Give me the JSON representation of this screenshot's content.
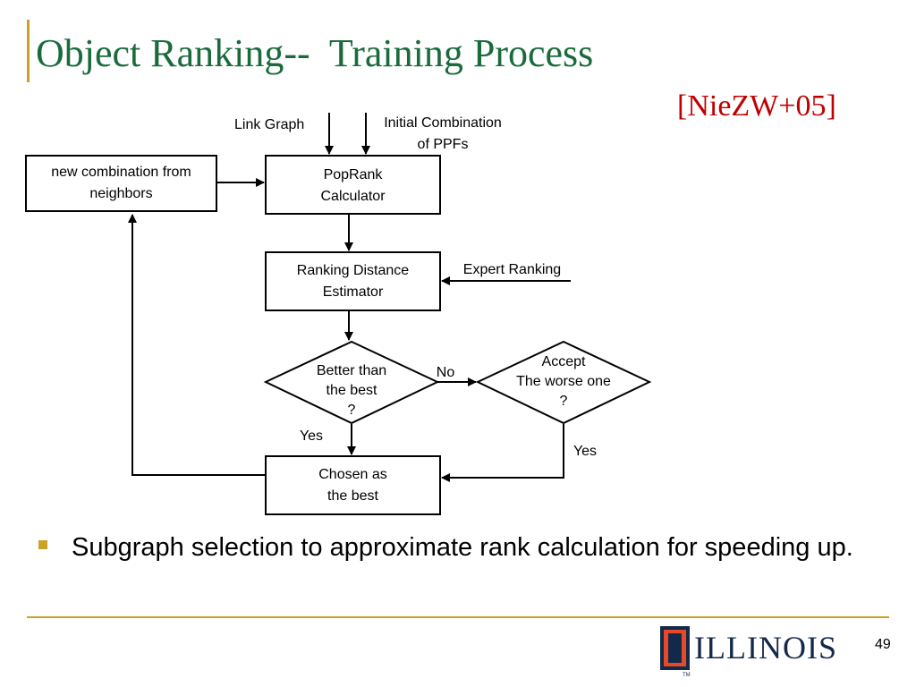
{
  "slide": {
    "title": "Object Ranking--  Training Process",
    "citation": "[NieZW+05]",
    "page_number": "49"
  },
  "diagram": {
    "nodes": {
      "new_combination": "new combination from\nneighbors",
      "poprank": "PopRank\nCalculator",
      "ranking_distance": "Ranking Distance\nEstimator",
      "better_than_best": "Better than\nthe best\n?",
      "accept_worse": "Accept\nThe worse one\n?",
      "chosen_best": "Chosen as\nthe best"
    },
    "inputs": {
      "link_graph": "Link Graph",
      "initial_combination": "Initial Combination\nof PPFs",
      "expert_ranking": "Expert Ranking"
    },
    "edge_labels": {
      "no": "No",
      "yes_left": "Yes",
      "yes_right": "Yes"
    }
  },
  "bullets": [
    "Subgraph selection to approximate rank calculation for speeding up."
  ],
  "logo": {
    "wordmark": "ILLINOIS",
    "trademark": "TM"
  },
  "colors": {
    "title": "#1a6b3c",
    "citation": "#c00000",
    "accent": "#c9a227",
    "logo_blue": "#13294b",
    "logo_orange": "#e84a27"
  }
}
